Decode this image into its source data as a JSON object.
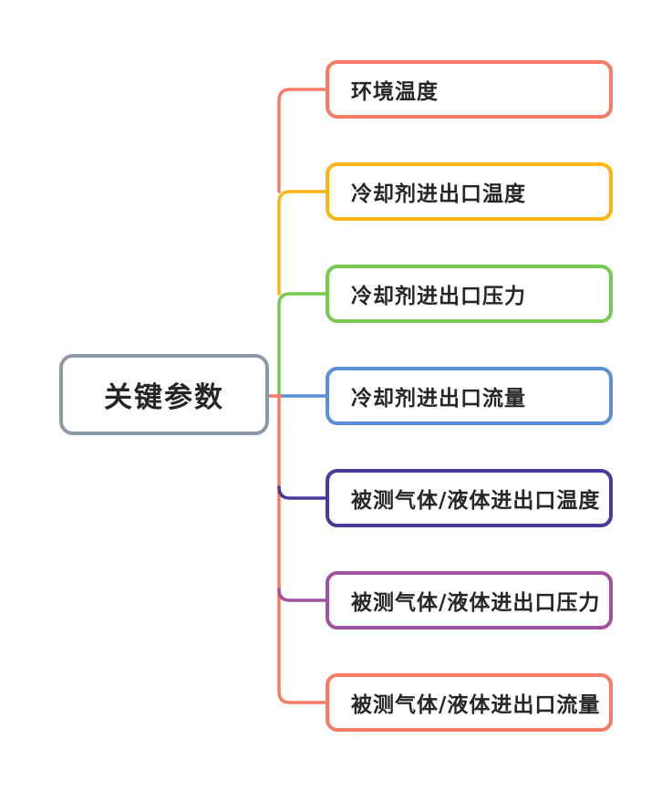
{
  "diagram": {
    "type": "mindmap",
    "background": "#ffffff",
    "text_color": "#262626"
  },
  "root": {
    "label": "关键参数",
    "color": "#8e99a8"
  },
  "nodes": [
    {
      "label": "环境温度",
      "color": "#fa7b64"
    },
    {
      "label": "冷却剂进出口温度",
      "color": "#fdb513"
    },
    {
      "label": "冷却剂进出口压力",
      "color": "#77c94f"
    },
    {
      "label": "冷却剂进出口流量",
      "color": "#5a8ed8"
    },
    {
      "label": "被测气体/液体进出口温度",
      "color": "#473a9c"
    },
    {
      "label": "被测气体/液体进出口压力",
      "color": "#a2519f"
    },
    {
      "label": "被测气体/液体进出口流量",
      "color": "#fa7b64"
    }
  ]
}
